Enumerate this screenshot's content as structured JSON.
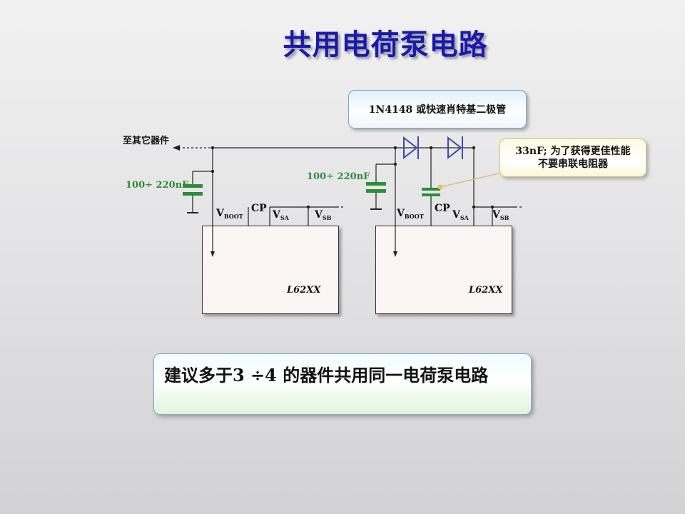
{
  "title": "共用电荷泵电路",
  "callout_diode": "1N4148 或快速肖特基二极管",
  "callout_cap": {
    "line1": "33nF; 为了获得更佳性能",
    "line2": "不要串联电阻器"
  },
  "to_other_devices": "至其它器件",
  "cap_label": "100÷ 220nF",
  "pins": {
    "vboot": {
      "main": "V",
      "sub": "BOOT"
    },
    "cp": "CP",
    "vsa": {
      "main": "V",
      "sub": "SA"
    },
    "vsb": {
      "main": "V",
      "sub": "SB"
    }
  },
  "chip_label": "L62XX",
  "recommendation": "建议多于3 ÷4 的器件共用同一电荷泵电路",
  "colors": {
    "title": "#1a1aa8",
    "capacitor": "#2e8b3a",
    "diode": "#3a49b0",
    "wire": "#222222"
  }
}
